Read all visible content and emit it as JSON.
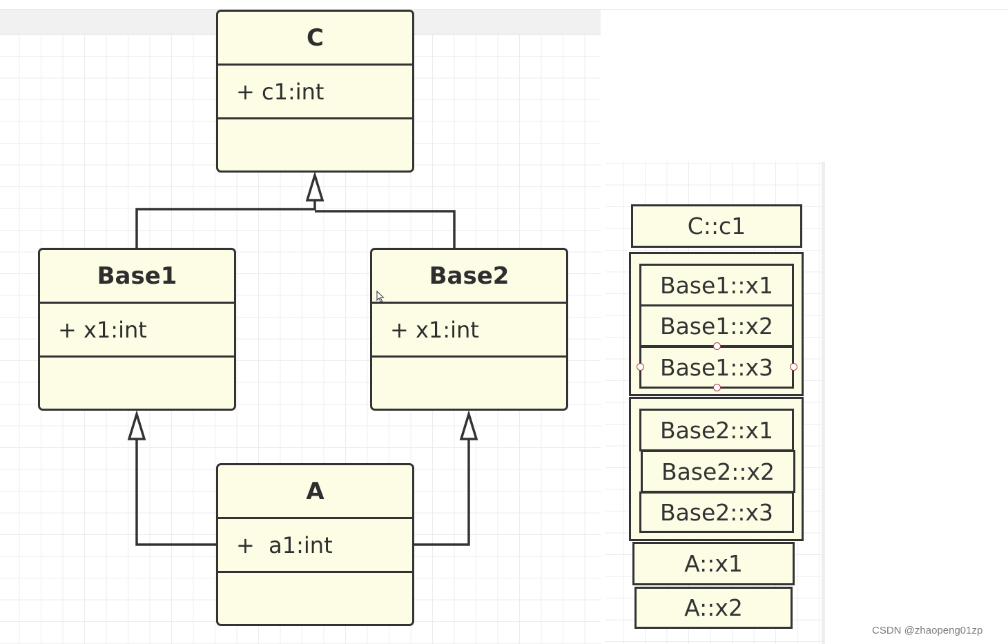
{
  "classes": {
    "c": {
      "name": "C",
      "attr": "+ c1:int"
    },
    "base1": {
      "name": "Base1",
      "attr": "+ x1:int"
    },
    "base2": {
      "name": "Base2",
      "attr": "+ x1:int"
    },
    "a": {
      "name": "A",
      "attr": "+  a1:int"
    }
  },
  "layout_labels": {
    "c_c1": "C::c1",
    "base1_x1": "Base1::x1",
    "base1_x2": "Base1::x2",
    "base1_x3": "Base1::x3",
    "base2_x1": "Base2::x1",
    "base2_x2": "Base2::x2",
    "base2_x3": "Base2::x3",
    "a_x1": "A::x1",
    "a_x2": "A::x2"
  },
  "watermark": "CSDN @zhaopeng01zp",
  "colors": {
    "fill": "#fdfde6",
    "stroke": "#333333",
    "handle": "#b03a48",
    "grid": "#ececec"
  }
}
